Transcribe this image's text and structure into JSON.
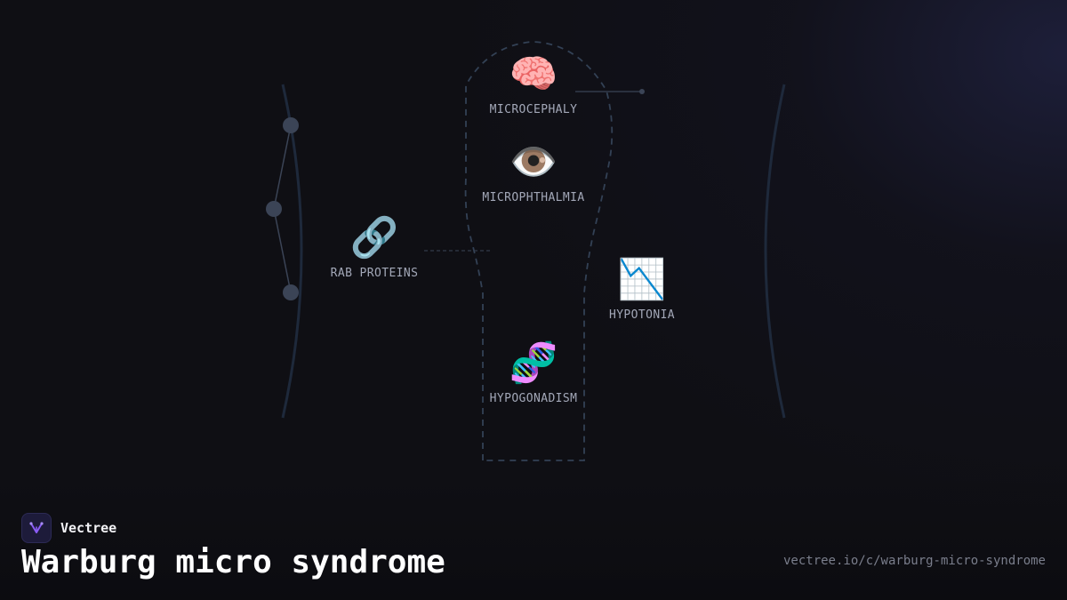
{
  "diagram": {
    "nodes": [
      {
        "id": "microcephaly",
        "label": "MICROCEPHALY",
        "icon": "brain-icon",
        "glyph": "🧠"
      },
      {
        "id": "microphthalmia",
        "label": "MICROPHTHALMIA",
        "icon": "eye-icon",
        "glyph": "👁️"
      },
      {
        "id": "rab-proteins",
        "label": "RAB PROTEINS",
        "icon": "chain-link-icon",
        "glyph": "🔗"
      },
      {
        "id": "hypotonia",
        "label": "HYPOTONIA",
        "icon": "chart-decreasing-icon",
        "glyph": "📉"
      },
      {
        "id": "hypogonadism",
        "label": "HYPOGONADISM",
        "icon": "dna-icon",
        "glyph": "🧬"
      }
    ]
  },
  "footer": {
    "brand_name": "Vectree",
    "title": "Warburg micro syndrome",
    "url": "vectree.io/c/warburg-micro-syndrome"
  },
  "colors": {
    "background": "#0f0f14",
    "accent": "#8b5cf6",
    "label": "#a3a8b8",
    "decor_line": "#1e293b",
    "node_dot": "#3b4456"
  }
}
